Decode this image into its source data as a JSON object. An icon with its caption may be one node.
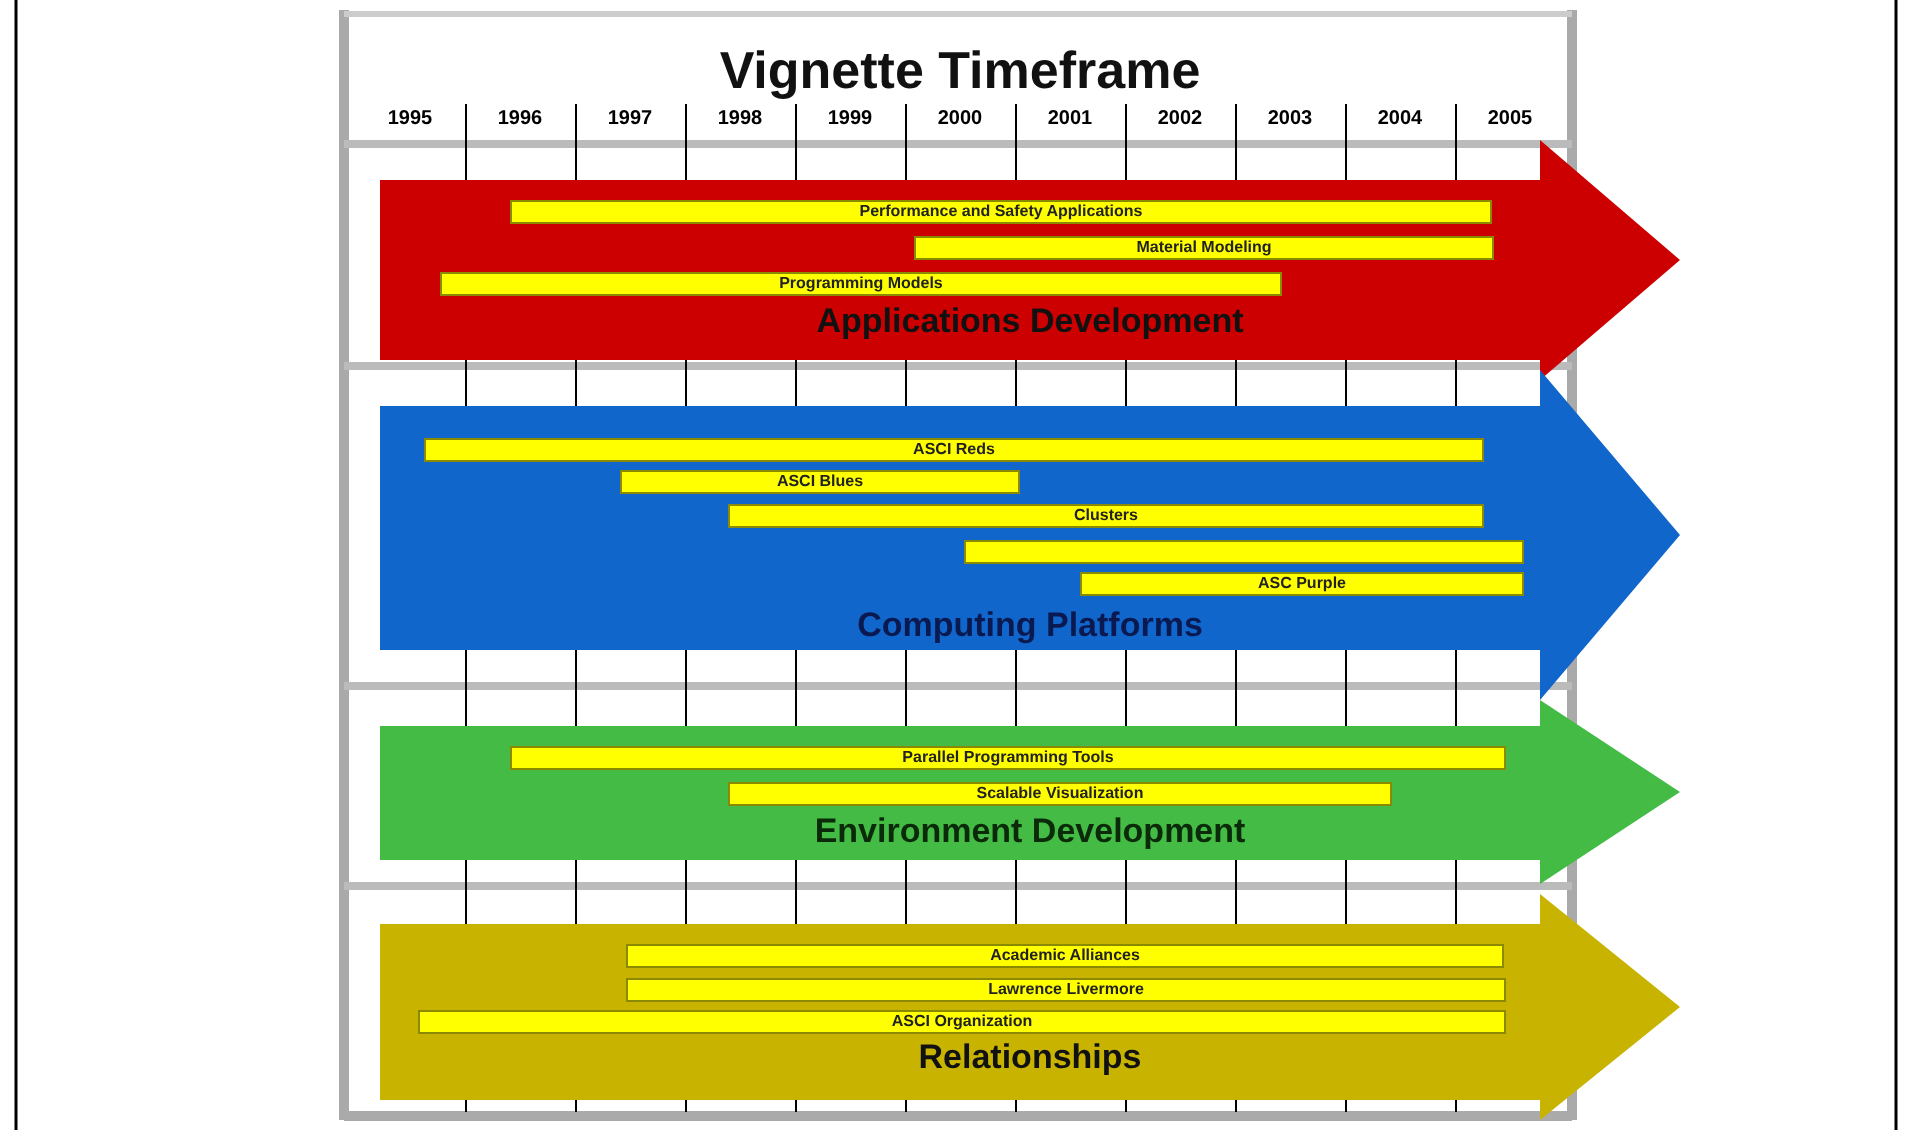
{
  "diagram": {
    "title": "Vignette Timeframe",
    "nodes": [
      {
        "text": [
          "Applications Development"
        ]
      },
      {
        "text": [
          "Performance and Safety Applications"
        ],
        "in": 0
      },
      {
        "text": [
          "Material Modeling"
        ],
        "in": 0
      },
      {
        "text": [
          "Programming Models"
        ],
        "in": 0
      },
      {
        "text": [
          "Computing Platforms"
        ]
      },
      {
        "text": [
          "ASCI Reds"
        ],
        "in": 4
      },
      {
        "text": [
          "ASCI Blues"
        ],
        "in": 4
      },
      {
        "text": [
          "Clusters"
        ],
        "in": 4
      },
      {
        "text": [],
        "shape": "bar",
        "in": 4
      },
      {
        "text": [
          "ASC Purple"
        ],
        "in": 4
      },
      {
        "text": [
          "Environment Development"
        ]
      },
      {
        "text": [
          "Parallel Programming Tools"
        ],
        "in": 10
      },
      {
        "text": [
          "Scalable Visualization"
        ],
        "in": 10
      },
      {
        "text": [
          "Relationships"
        ]
      },
      {
        "text": [
          "Academic Alliances"
        ],
        "in": 13
      },
      {
        "text": [
          "Lawrence Livermore"
        ],
        "in": 13
      },
      {
        "text": [
          "ASCI Organization"
        ],
        "in": 13
      }
    ],
    "edges": [],
    "labels": [
      "1995",
      "1996",
      "1997",
      "1998",
      "1999",
      "2000",
      "2001",
      "2002",
      "2003",
      "2004",
      "2005"
    ]
  }
}
